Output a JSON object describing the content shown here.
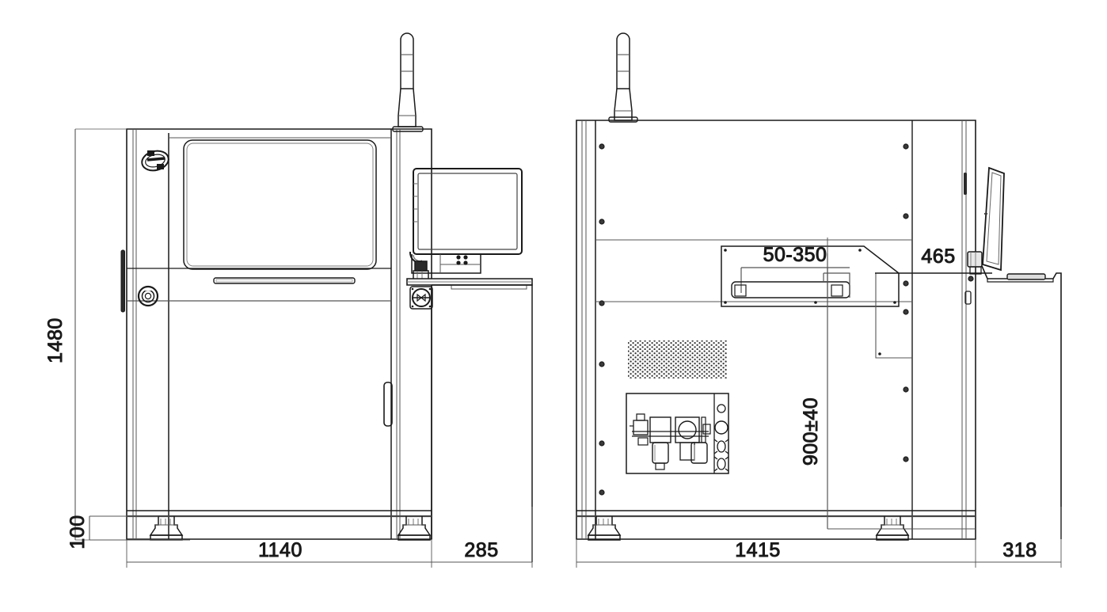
{
  "drawing": {
    "title": "SMT Screen Printer Dimension Drawing",
    "type": "two-view-orthographic-engineering-drawing",
    "units": "mm",
    "background_color": "#ffffff",
    "line_color": "#1a1a1a",
    "thin_line_color": "#555555",
    "views": [
      {
        "name": "front-view",
        "label": "",
        "position": "left",
        "description": "Front elevation of screen printer with safety cover window, control monitor on swing arm, tower signal light, and two leveling feet"
      },
      {
        "name": "side-view",
        "label": "",
        "position": "right",
        "description": "Side elevation showing conveyor rail, FRL air service unit, ventilation grille, tower signal light, tilted operator monitor and two leveling feet"
      }
    ]
  },
  "dimensions": {
    "front_height": {
      "value": "1480",
      "orientation": "vertical",
      "view": "front-view",
      "position": "left-outside"
    },
    "foot_height": {
      "value": "100",
      "orientation": "vertical",
      "view": "front-view",
      "position": "lower-left"
    },
    "front_width_main": {
      "value": "1140",
      "orientation": "horizontal",
      "view": "front-view",
      "position": "bottom"
    },
    "front_width_extension": {
      "value": "285",
      "orientation": "horizontal",
      "view": "front-view",
      "position": "bottom-right"
    },
    "side_width_main": {
      "value": "1415",
      "orientation": "horizontal",
      "view": "side-view",
      "position": "bottom"
    },
    "side_width_extension": {
      "value": "318",
      "orientation": "horizontal",
      "view": "side-view",
      "position": "bottom-right"
    },
    "rail_adjust_range": {
      "value": "50-350",
      "orientation": "horizontal",
      "view": "side-view",
      "position": "conveyor-area"
    },
    "conveyor_offset": {
      "value": "465",
      "orientation": "horizontal",
      "view": "side-view",
      "position": "right-of-conveyor"
    },
    "conveyor_height": {
      "value": "900±40",
      "orientation": "vertical",
      "view": "side-view",
      "position": "center-vertical"
    }
  },
  "components": {
    "tower_light": "signal-tower-light",
    "monitor": "operator-monitor",
    "window": "safety-cover-window",
    "logo": "manufacturer-logo",
    "estop": "emergency-stop-button",
    "handle": "door-handle",
    "feet": "leveling-foot",
    "frl": "air-filter-regulator-lubricator",
    "grille": "ventilation-grille",
    "rail": "pcb-conveyor-rail",
    "keyboard_tray": "keyboard-tray"
  }
}
